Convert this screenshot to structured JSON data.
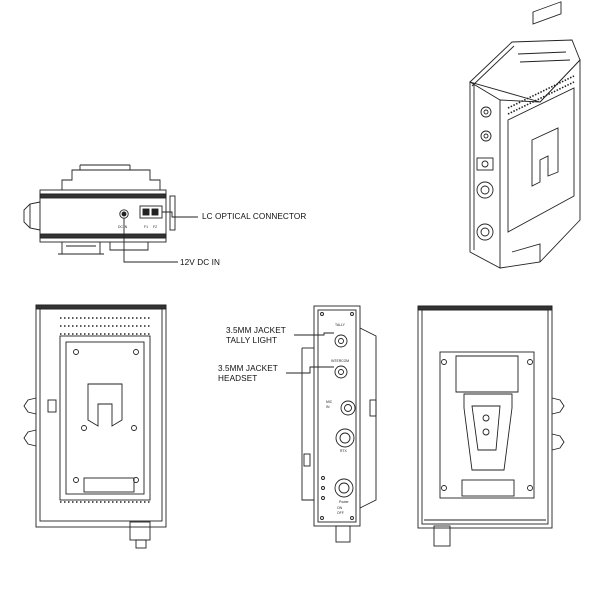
{
  "callouts": {
    "lc_optical": "LC OPTICAL CONNECTOR",
    "dc_in": "12V DC IN",
    "tally_line1": "3.5MM JACKET",
    "tally_line2": "TALLY LIGHT",
    "headset_line1": "3.5MM JACKET",
    "headset_line2": "HEADSET"
  },
  "panel_labels": {
    "dc_in": "DC IN",
    "fiber_1": "F1",
    "fiber_2": "F2",
    "tally": "TALLY",
    "intercom": "INTERCOM",
    "mic_line1": "MIC",
    "mic_line2": "IN",
    "rtx": "RTX",
    "power": "Power",
    "power_on": "ON",
    "power_off": "OFF"
  }
}
